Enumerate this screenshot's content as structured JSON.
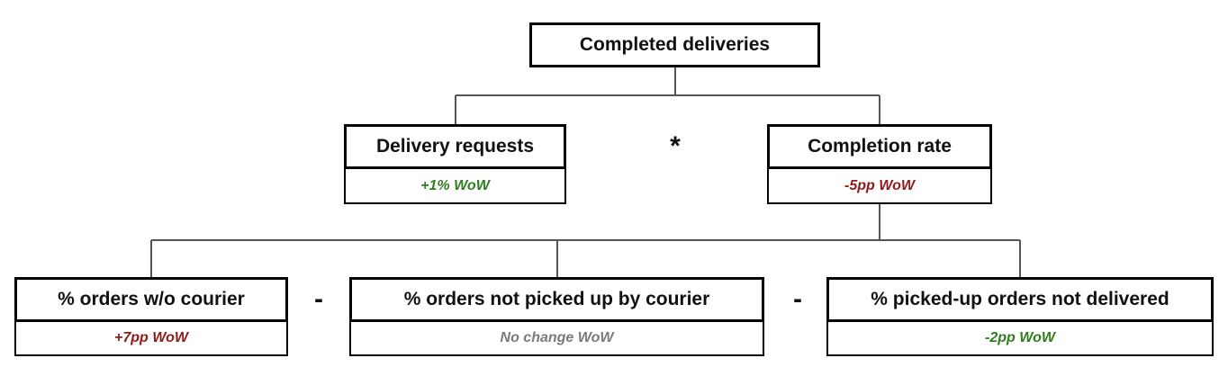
{
  "colors": {
    "positive": "#2f7d1f",
    "negative": "#8e1a1a",
    "neutral": "#7a7a7a",
    "line": "#555555",
    "border": "#000000"
  },
  "root": {
    "title": "Completed deliveries"
  },
  "level1": {
    "operator": "*",
    "left": {
      "title": "Delivery requests",
      "change": "+1% WoW",
      "sentiment": "positive"
    },
    "right": {
      "title": "Completion rate",
      "change": "-5pp WoW",
      "sentiment": "negative"
    }
  },
  "level2": {
    "operators": [
      "-",
      "-"
    ],
    "items": [
      {
        "title": "% orders w/o courier",
        "change": "+7pp WoW",
        "sentiment": "negative"
      },
      {
        "title": "% orders not picked up by courier",
        "change": "No change WoW",
        "sentiment": "neutral"
      },
      {
        "title": "% picked-up orders not delivered",
        "change": "-2pp WoW",
        "sentiment": "positive"
      }
    ]
  }
}
